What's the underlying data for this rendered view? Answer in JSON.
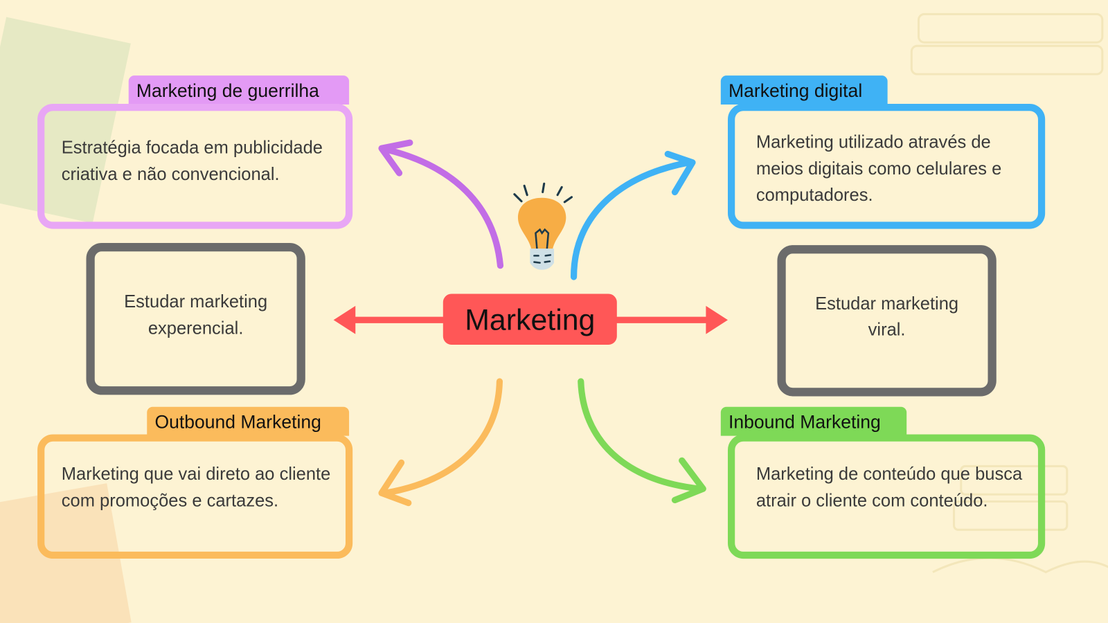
{
  "center": {
    "title": "Marketing",
    "color": "#ff5757"
  },
  "nodes": {
    "guerrilla": {
      "label": "Marketing de guerrilha",
      "text": "Estratégia focada em publicidade criativa e não convencional.",
      "color": "#e39af5"
    },
    "digital": {
      "label": "Marketing digital",
      "text": "Marketing utilizado através de meios digitais como celulares e computadores.",
      "color": "#3fb2f5"
    },
    "outbound": {
      "label": "Outbound Marketing",
      "text": "Marketing que vai direto ao cliente com promoções e cartazes.",
      "color": "#fbbb5c"
    },
    "inbound": {
      "label": "Inbound Marketing",
      "text": "Marketing de conteúdo que busca atrair o cliente com conteúdo.",
      "color": "#7ed957"
    }
  },
  "notes": {
    "left": "Estudar marketing experencial.",
    "right": "Estudar marketing viral."
  },
  "icons": [
    "lightbulb-icon"
  ]
}
